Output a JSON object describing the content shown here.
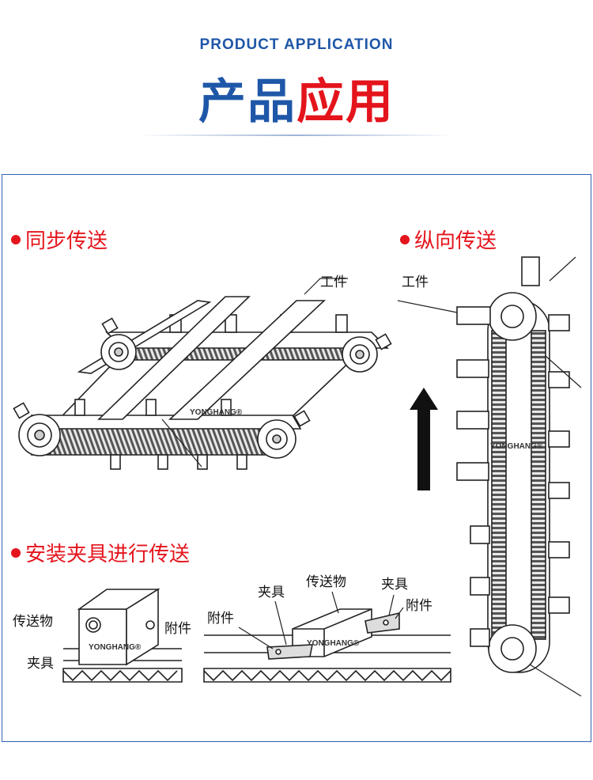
{
  "header": {
    "subtitle": "PRODUCT APPLICATION",
    "title_part1": "产品",
    "title_part2": "应用"
  },
  "sections": {
    "sync": {
      "label": "同步传送",
      "workpiece": "工件",
      "brand": "YONGHANG®"
    },
    "vertical": {
      "label": "纵向传送",
      "workpiece": "工件",
      "brand": "YONGHANG®"
    },
    "fixture": {
      "label": "安装夹具进行传送",
      "left": {
        "item": "传送物",
        "fixture": "夹具",
        "attachment": "附件",
        "brand": "YONGHANG®"
      },
      "right": {
        "item": "传送物",
        "fixture": "夹具",
        "fixture2": "夹具",
        "attachment": "附件",
        "attachment2": "附件",
        "brand": "YONGHANG®"
      }
    }
  },
  "colors": {
    "blue": "#1f57a8",
    "red": "#e4141c",
    "frame": "#2f64b0"
  }
}
